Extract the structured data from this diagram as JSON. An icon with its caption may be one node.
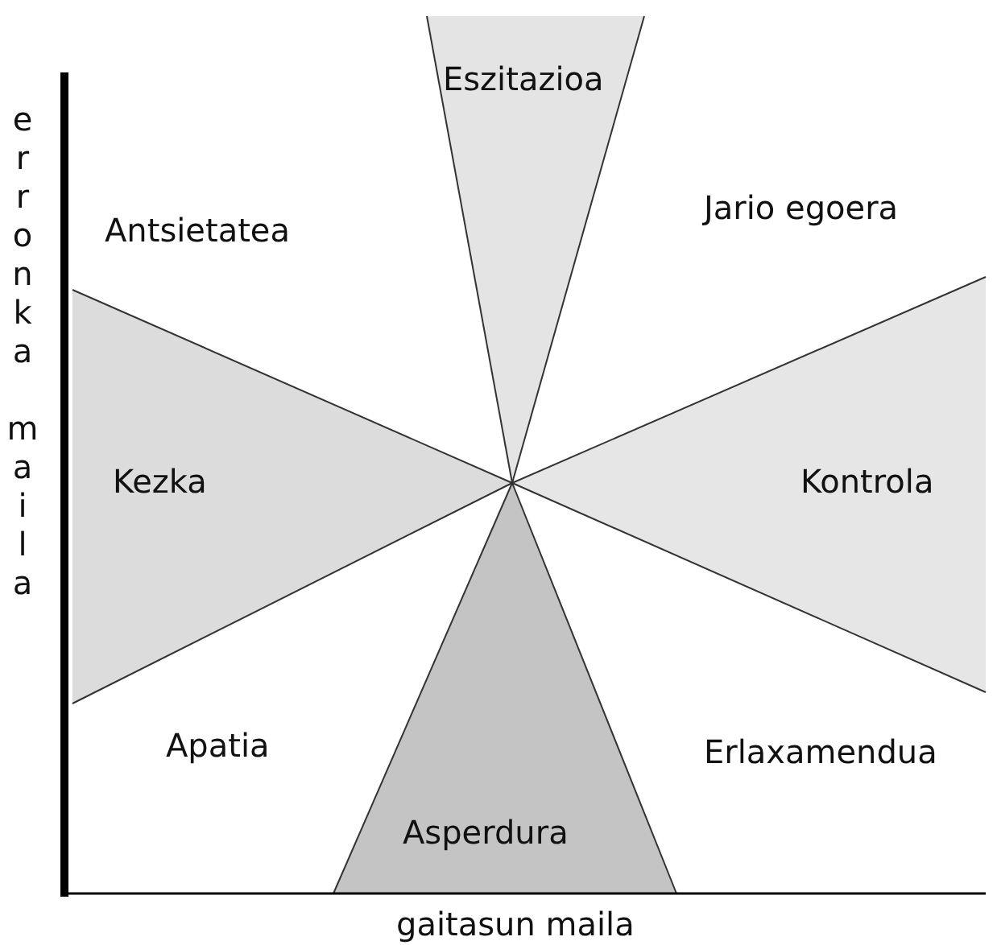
{
  "diagram": {
    "labels": [
      "erronka maila",
      "Eszitazioa",
      "Antsietatea",
      "Jario egoera",
      "Kezka",
      "Kontrola",
      "Apatia",
      "Erlaxamendua",
      "Asperdura",
      "gaitasun maila"
    ]
  }
}
